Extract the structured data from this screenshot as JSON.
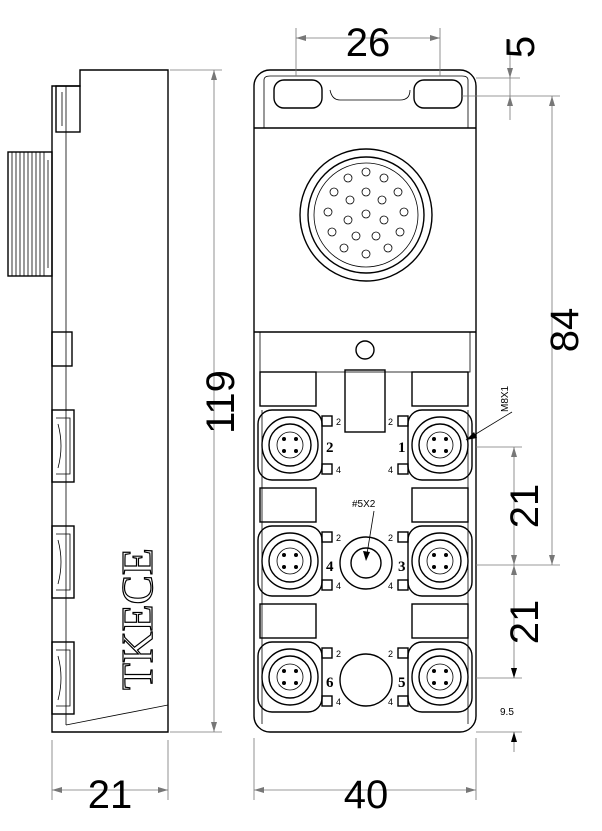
{
  "dimensions": {
    "top_width": "26",
    "top_offset": "5",
    "height_total": "119",
    "height_upper": "84",
    "pitch_1": "21",
    "pitch_2": "21",
    "edge_offset": "9.5",
    "side_width": "21",
    "front_width": "40"
  },
  "labels": {
    "brand": "TKECE",
    "thread": "M8X1",
    "hole": "#5X2"
  },
  "ports": {
    "p1": "1",
    "p2": "2",
    "p3": "3",
    "p4": "4",
    "p5": "5",
    "p6": "6"
  },
  "pin_labels": {
    "two": "2",
    "four": "4"
  }
}
